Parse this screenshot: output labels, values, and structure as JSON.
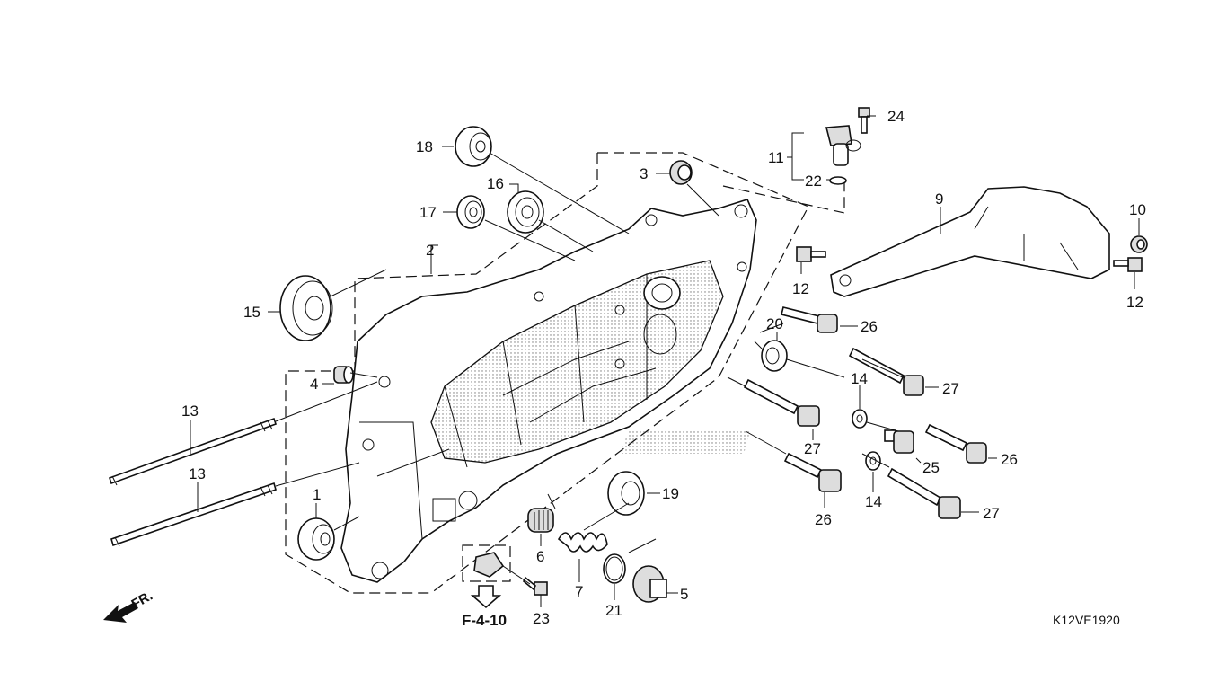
{
  "diagram": {
    "code": "K12VE1920",
    "ref_label": "F-4-10",
    "direction_label": "FR.",
    "callouts": [
      {
        "id": "c1",
        "text": "1"
      },
      {
        "id": "c2",
        "text": "2"
      },
      {
        "id": "c3",
        "text": "3"
      },
      {
        "id": "c4",
        "text": "4"
      },
      {
        "id": "c5",
        "text": "5"
      },
      {
        "id": "c6",
        "text": "6"
      },
      {
        "id": "c7",
        "text": "7"
      },
      {
        "id": "c9",
        "text": "9"
      },
      {
        "id": "c10",
        "text": "10"
      },
      {
        "id": "c11",
        "text": "11"
      },
      {
        "id": "c12a",
        "text": "12"
      },
      {
        "id": "c12b",
        "text": "12"
      },
      {
        "id": "c13a",
        "text": "13"
      },
      {
        "id": "c13b",
        "text": "13"
      },
      {
        "id": "c14a",
        "text": "14"
      },
      {
        "id": "c14b",
        "text": "14"
      },
      {
        "id": "c15",
        "text": "15"
      },
      {
        "id": "c16",
        "text": "16"
      },
      {
        "id": "c17",
        "text": "17"
      },
      {
        "id": "c18",
        "text": "18"
      },
      {
        "id": "c19",
        "text": "19"
      },
      {
        "id": "c20",
        "text": "20"
      },
      {
        "id": "c21",
        "text": "21"
      },
      {
        "id": "c22",
        "text": "22"
      },
      {
        "id": "c23",
        "text": "23"
      },
      {
        "id": "c24",
        "text": "24"
      },
      {
        "id": "c25",
        "text": "25"
      },
      {
        "id": "c26a",
        "text": "26"
      },
      {
        "id": "c26b",
        "text": "26"
      },
      {
        "id": "c26c",
        "text": "26"
      },
      {
        "id": "c27a",
        "text": "27"
      },
      {
        "id": "c27b",
        "text": "27"
      },
      {
        "id": "c27c",
        "text": "27"
      }
    ]
  }
}
